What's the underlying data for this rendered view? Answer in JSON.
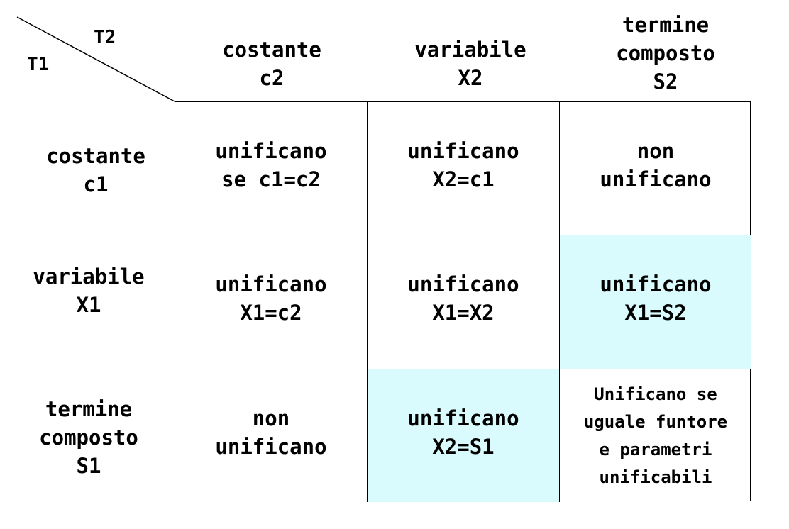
{
  "corner": {
    "top_label": "T2",
    "bottom_label": "T1"
  },
  "column_headers": [
    "costante\nc2",
    "variabile\nX2",
    "termine\ncomposto\nS2"
  ],
  "row_headers": [
    "costante\nc1",
    "variabile\nX1",
    "termine\ncomposto\nS1"
  ],
  "cells": [
    [
      "unificano\nse c1=c2",
      "unificano\nX2=c1",
      "non\nunificano"
    ],
    [
      "unificano\nX1=c2",
      "unificano\nX1=X2",
      "unificano\nX1=S2"
    ],
    [
      "non\nunificano",
      "unificano\nX2=S1",
      "Unificano se\nuguale funtore\ne parametri\nunificabili"
    ]
  ],
  "highlight_color": "#d9fbfd"
}
